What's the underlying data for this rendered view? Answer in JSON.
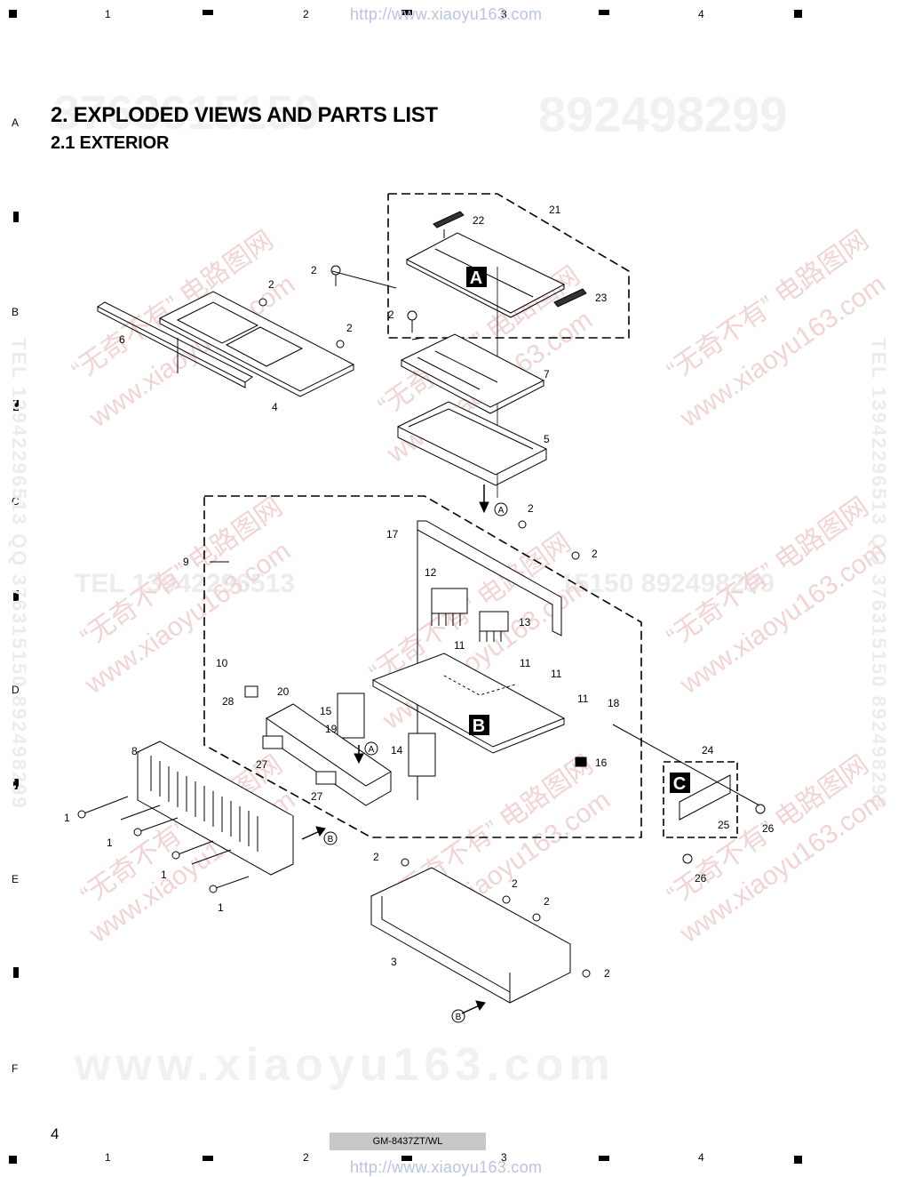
{
  "header": {
    "columns": [
      "1",
      "2",
      "3",
      "4"
    ],
    "watermark_url": "http://www.xiaoyu163.com"
  },
  "rows": [
    "A",
    "B",
    "C",
    "D",
    "E",
    "F"
  ],
  "title": "2. EXPLODED VIEWS AND PARTS LIST",
  "subtitle": "2.1 EXTERIOR",
  "watermarks": {
    "big_number_left": "3763615150",
    "big_number_right": "892498299",
    "tel_line": "TEL 13942296513",
    "tel_line_right": "15150 892498299",
    "bottom_url": "www.xiaoyu163.com",
    "vertical_left": "TEL 13942296513 QQ 376315150 892498299",
    "vertical_right": "TEL 13942296513 QQ 376315150 892498299",
    "diag_cn": "“无奇不有” 电路图网",
    "diag_url": "www.xiaoyu163.com"
  },
  "diagram": {
    "sections": [
      "A",
      "B",
      "C"
    ],
    "callouts": [
      "1",
      "2",
      "3",
      "4",
      "5",
      "6",
      "7",
      "8",
      "9",
      "10",
      "11",
      "12",
      "13",
      "14",
      "15",
      "16",
      "17",
      "18",
      "19",
      "20",
      "21",
      "22",
      "23",
      "24",
      "25",
      "26",
      "27",
      "28"
    ],
    "refs": [
      "A",
      "B"
    ]
  },
  "footer": {
    "page_number": "4",
    "model": "GM-8437ZT/WL",
    "watermark_url": "http://www.xiaoyu163.com"
  }
}
